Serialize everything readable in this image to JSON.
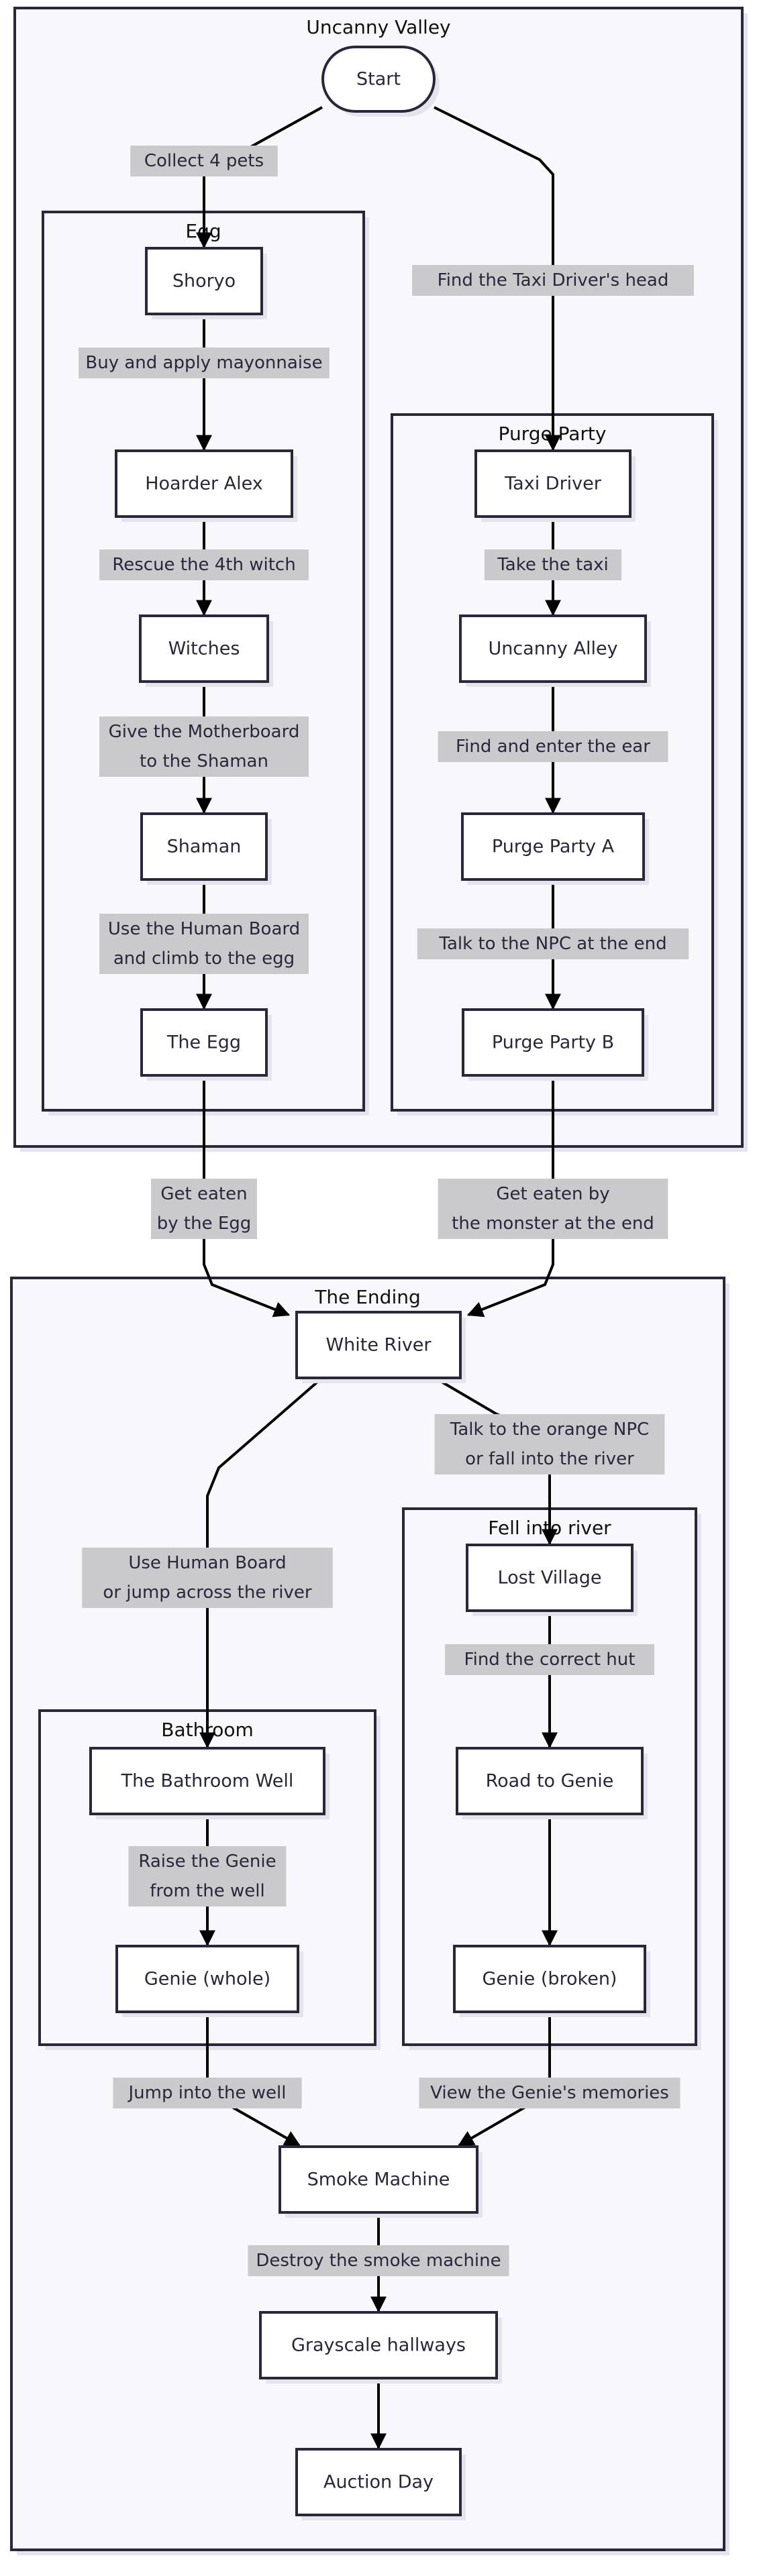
{
  "diagram": {
    "type": "flowchart",
    "direction": "top-to-bottom",
    "colors": {
      "cluster_fill": "#f8f8fc",
      "border": "#28273b",
      "node_fill": "#ffffff",
      "edge": "#000000",
      "edge_label_bg": "#cacacd",
      "text": "#28273b"
    },
    "clusters": [
      {
        "id": "uncanny_valley",
        "title": "Uncanny Valley"
      },
      {
        "id": "egg",
        "title": "Egg",
        "parent": "uncanny_valley"
      },
      {
        "id": "purge_party",
        "title": "Purge Party",
        "parent": "uncanny_valley"
      },
      {
        "id": "the_ending",
        "title": "The Ending"
      },
      {
        "id": "fell_into_river",
        "title": "Fell into river",
        "parent": "the_ending"
      },
      {
        "id": "bathroom",
        "title": "Bathroom",
        "parent": "the_ending"
      }
    ],
    "nodes": {
      "start": {
        "label": "Start",
        "shape": "stadium",
        "cluster": "uncanny_valley"
      },
      "shoryo": {
        "label": "Shoryo",
        "cluster": "egg"
      },
      "hoarder_alex": {
        "label": "Hoarder Alex",
        "cluster": "egg"
      },
      "witches": {
        "label": "Witches",
        "cluster": "egg"
      },
      "shaman": {
        "label": "Shaman",
        "cluster": "egg"
      },
      "the_egg": {
        "label": "The Egg",
        "cluster": "egg"
      },
      "taxi_driver": {
        "label": "Taxi Driver",
        "cluster": "purge_party"
      },
      "uncanny_alley": {
        "label": "Uncanny Alley",
        "cluster": "purge_party"
      },
      "purge_party_a": {
        "label": "Purge Party A",
        "cluster": "purge_party"
      },
      "purge_party_b": {
        "label": "Purge Party B",
        "cluster": "purge_party"
      },
      "white_river": {
        "label": "White River",
        "cluster": "the_ending"
      },
      "lost_village": {
        "label": "Lost Village",
        "cluster": "fell_into_river"
      },
      "road_to_genie": {
        "label": "Road to Genie",
        "cluster": "fell_into_river"
      },
      "genie_broken": {
        "label": "Genie (broken)",
        "cluster": "fell_into_river"
      },
      "bathroom_well": {
        "label": "The Bathroom Well",
        "cluster": "bathroom"
      },
      "genie_whole": {
        "label": "Genie (whole)",
        "cluster": "bathroom"
      },
      "smoke_machine": {
        "label": "Smoke Machine",
        "cluster": "the_ending"
      },
      "grayscale_hallways": {
        "label": "Grayscale hallways",
        "cluster": "the_ending"
      },
      "auction_day": {
        "label": "Auction Day",
        "cluster": "the_ending"
      }
    },
    "edges": [
      {
        "from": "start",
        "to": "shoryo",
        "label": [
          "Collect 4 pets"
        ]
      },
      {
        "from": "start",
        "to": "taxi_driver",
        "label": [
          "Find the Taxi Driver's head"
        ]
      },
      {
        "from": "shoryo",
        "to": "hoarder_alex",
        "label": [
          "Buy and apply mayonnaise"
        ]
      },
      {
        "from": "hoarder_alex",
        "to": "witches",
        "label": [
          "Rescue the 4th witch"
        ]
      },
      {
        "from": "witches",
        "to": "shaman",
        "label": [
          "Give the Motherboard",
          "to the Shaman"
        ]
      },
      {
        "from": "shaman",
        "to": "the_egg",
        "label": [
          "Use the Human Board",
          "and climb to the egg"
        ]
      },
      {
        "from": "taxi_driver",
        "to": "uncanny_alley",
        "label": [
          "Take the taxi"
        ]
      },
      {
        "from": "uncanny_alley",
        "to": "purge_party_a",
        "label": [
          "Find and enter the ear"
        ]
      },
      {
        "from": "purge_party_a",
        "to": "purge_party_b",
        "label": [
          "Talk to the NPC at the end"
        ]
      },
      {
        "from": "the_egg",
        "to": "white_river",
        "label": [
          "Get eaten",
          "by the Egg"
        ]
      },
      {
        "from": "purge_party_b",
        "to": "white_river",
        "label": [
          "Get eaten by",
          "the monster at the end"
        ]
      },
      {
        "from": "white_river",
        "to": "bathroom_well",
        "label": [
          "Use Human Board",
          "or jump across the river"
        ]
      },
      {
        "from": "white_river",
        "to": "lost_village",
        "label": [
          "Talk to the orange NPC",
          "or fall into the river"
        ]
      },
      {
        "from": "lost_village",
        "to": "road_to_genie",
        "label": [
          "Find the correct hut"
        ]
      },
      {
        "from": "road_to_genie",
        "to": "genie_broken",
        "label": []
      },
      {
        "from": "bathroom_well",
        "to": "genie_whole",
        "label": [
          "Raise the Genie",
          "from the well"
        ]
      },
      {
        "from": "genie_whole",
        "to": "smoke_machine",
        "label": [
          "Jump into the well"
        ]
      },
      {
        "from": "genie_broken",
        "to": "smoke_machine",
        "label": [
          "View the Genie's memories"
        ]
      },
      {
        "from": "smoke_machine",
        "to": "grayscale_hallways",
        "label": [
          "Destroy the smoke machine"
        ]
      },
      {
        "from": "grayscale_hallways",
        "to": "auction_day",
        "label": []
      }
    ]
  }
}
